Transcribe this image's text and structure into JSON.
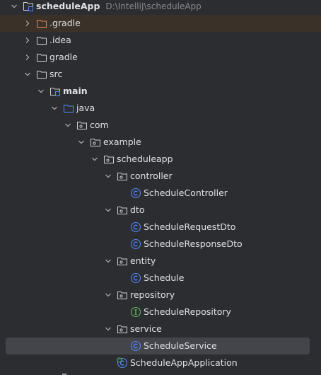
{
  "project": {
    "name": "scheduleApp",
    "path": "D:\\IntelliJ\\scheduleApp"
  },
  "colors": {
    "background": "#2b2d30",
    "excluded_row": "#3a3128",
    "selected_row": "#43454a",
    "folder_gray": "#ced0d6",
    "folder_orange": "#e08855",
    "folder_blue": "#548af7",
    "class_blue": "#548af7",
    "interface_green": "#5fb865"
  },
  "tree": [
    {
      "label": "scheduleApp",
      "bold": true,
      "hint": "D:\\IntelliJ\\scheduleApp",
      "level": 0,
      "icon": "module-folder-icon",
      "chevron": "open"
    },
    {
      "label": ".gradle",
      "level": 1,
      "icon": "excluded-folder-icon",
      "chevron": "closed",
      "excluded": true
    },
    {
      "label": ".idea",
      "level": 1,
      "icon": "folder-icon",
      "chevron": "closed"
    },
    {
      "label": "gradle",
      "level": 1,
      "icon": "folder-icon",
      "chevron": "closed"
    },
    {
      "label": "src",
      "level": 1,
      "icon": "folder-icon",
      "chevron": "open"
    },
    {
      "label": "main",
      "bold": true,
      "level": 2,
      "icon": "source-set-folder-icon",
      "chevron": "open"
    },
    {
      "label": "java",
      "level": 3,
      "icon": "source-root-folder-icon",
      "chevron": "open"
    },
    {
      "label": "com",
      "level": 4,
      "icon": "package-icon",
      "chevron": "open"
    },
    {
      "label": "example",
      "level": 5,
      "icon": "package-icon",
      "chevron": "open"
    },
    {
      "label": "scheduleapp",
      "level": 6,
      "icon": "package-icon",
      "chevron": "open"
    },
    {
      "label": "controller",
      "level": 7,
      "icon": "package-icon",
      "chevron": "open"
    },
    {
      "label": "ScheduleController",
      "level": 8,
      "icon": "class-icon",
      "chevron": "none"
    },
    {
      "label": "dto",
      "level": 7,
      "icon": "package-icon",
      "chevron": "open"
    },
    {
      "label": "ScheduleRequestDto",
      "level": 8,
      "icon": "class-icon",
      "chevron": "none"
    },
    {
      "label": "ScheduleResponseDto",
      "level": 8,
      "icon": "class-icon",
      "chevron": "none"
    },
    {
      "label": "entity",
      "level": 7,
      "icon": "package-icon",
      "chevron": "open"
    },
    {
      "label": "Schedule",
      "level": 8,
      "icon": "class-icon",
      "chevron": "none"
    },
    {
      "label": "repository",
      "level": 7,
      "icon": "package-icon",
      "chevron": "open"
    },
    {
      "label": "ScheduleRepository",
      "level": 8,
      "icon": "interface-icon",
      "chevron": "none"
    },
    {
      "label": "service",
      "level": 7,
      "icon": "package-icon",
      "chevron": "open"
    },
    {
      "label": "ScheduleService",
      "level": 8,
      "icon": "class-icon",
      "chevron": "none",
      "selected": true
    },
    {
      "label": "ScheduleAppApplication",
      "level": 7,
      "icon": "spring-boot-class-icon",
      "chevron": "none"
    }
  ]
}
